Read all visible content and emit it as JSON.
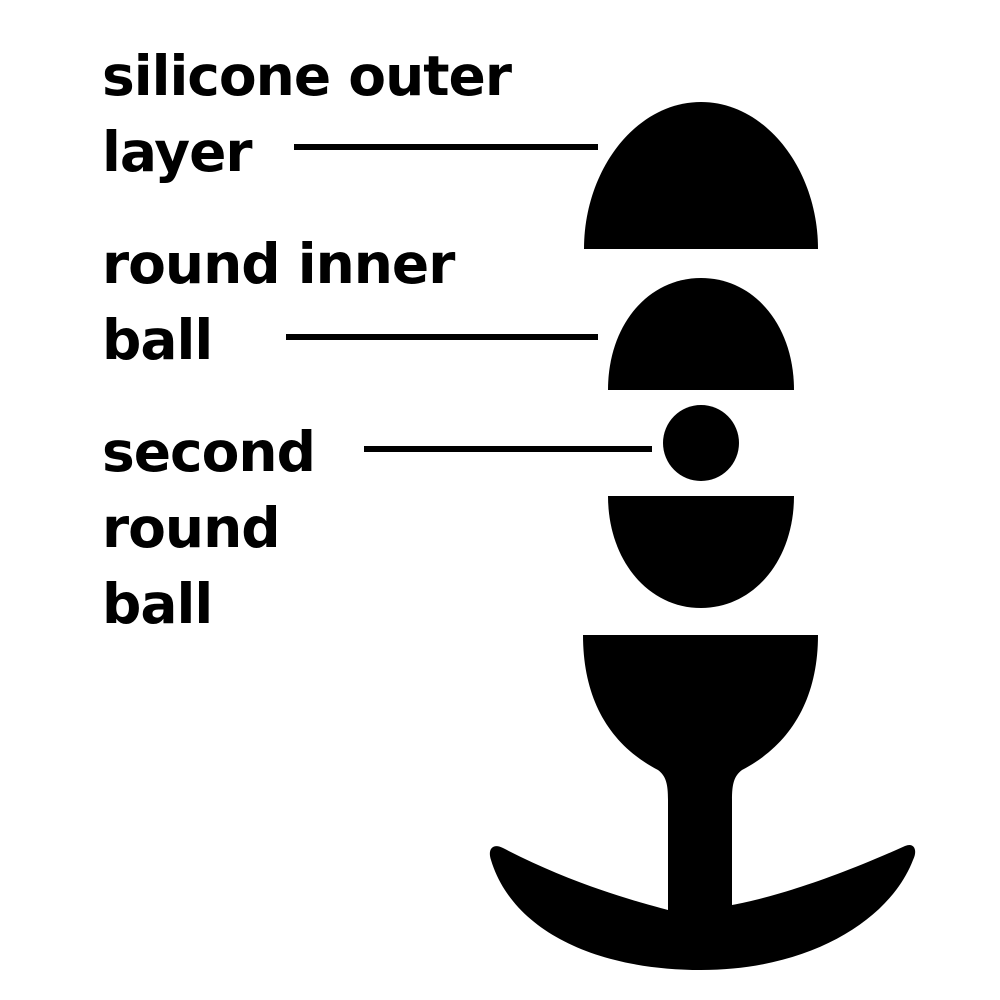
{
  "labels": {
    "outer_layer": {
      "line1": "silicone outer",
      "line2": "layer"
    },
    "inner_ball": {
      "line1": "round inner",
      "line2": "ball"
    },
    "second_ball": {
      "line1": "second",
      "line2": "round",
      "line3": "ball"
    }
  },
  "colors": {
    "ink": "#000000",
    "background": "#ffffff"
  }
}
